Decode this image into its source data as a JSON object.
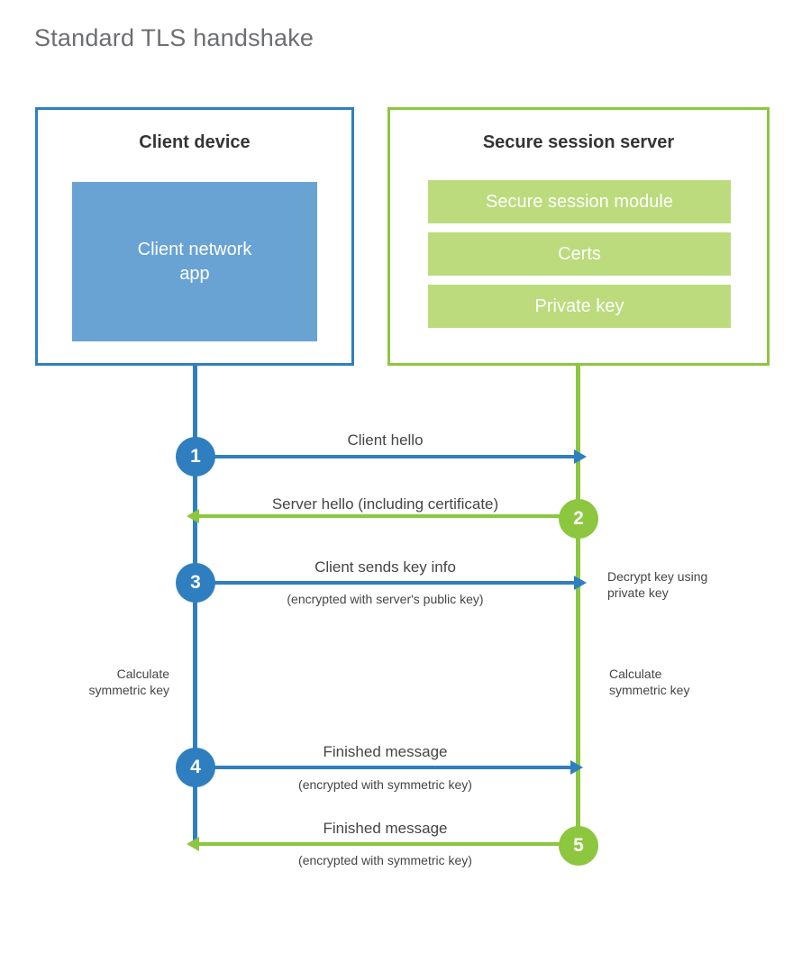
{
  "title": "Standard TLS handshake",
  "colors": {
    "client_accent": "#2f7fc0",
    "server_accent": "#8dc63f",
    "client_app_fill": "#68a3d4",
    "server_module_fill": "#bbdb7c",
    "title_text": "#6d6e71",
    "body_text": "#454545",
    "background": "#ffffff"
  },
  "client": {
    "title": "Client device",
    "app_label": "Client network\napp"
  },
  "server": {
    "title": "Secure session server",
    "modules": [
      {
        "label": "Secure session module"
      },
      {
        "label": "Certs"
      },
      {
        "label": "Private key"
      }
    ]
  },
  "steps": [
    {
      "number": "1",
      "side": "client",
      "direction": "to-server",
      "label": "Client hello",
      "sublabel": ""
    },
    {
      "number": "2",
      "side": "server",
      "direction": "to-client",
      "label": "Server hello (including certificate)",
      "sublabel": ""
    },
    {
      "number": "3",
      "side": "client",
      "direction": "to-server",
      "label": "Client sends key info",
      "sublabel": "(encrypted with server's public key)"
    },
    {
      "number": "4",
      "side": "client",
      "direction": "to-server",
      "label": "Finished message",
      "sublabel": "(encrypted with symmetric key)"
    },
    {
      "number": "5",
      "side": "server",
      "direction": "to-client",
      "label": "Finished message",
      "sublabel": "(encrypted with symmetric key)"
    }
  ],
  "annotations": {
    "decrypt_key": "Decrypt key using\nprivate key",
    "client_calculate": "Calculate\nsymmetric key",
    "server_calculate": "Calculate\nsymmetric key"
  }
}
